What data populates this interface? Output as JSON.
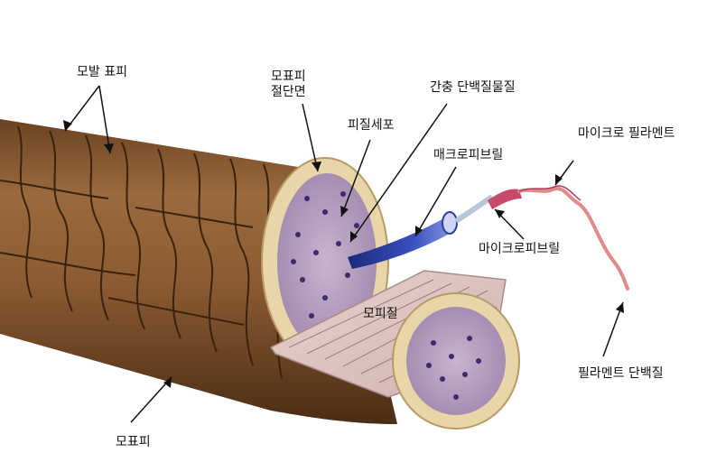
{
  "labels": {
    "cuticle_scales": "모발 표피",
    "cortex_cross_section": "모표피\n절단면",
    "cortex_cells": "피질세포",
    "intermediate_protein": "간충 단백질물질",
    "macrofibril": "매크로피브릴",
    "microfibril_top": "마이크로 필라멘트",
    "microfibril": "마이크로피브릴",
    "cortex": "모피질",
    "filament_protein": "필라멘트 단백질",
    "cuticle": "모표피"
  },
  "colors": {
    "hair_shaft": "#8a5a32",
    "hair_shaft_dark": "#4a2c14",
    "cuticle_ring": "#e8d6a8",
    "cortex_fill": "#b9a4c2",
    "cortex_cell_dark": "#3e2a6b",
    "macrofibril_blue": "#2b3f9e",
    "microfibril_pink": "#c84a6a",
    "filament_pink": "#e08a8a",
    "leader_line": "#111111"
  }
}
